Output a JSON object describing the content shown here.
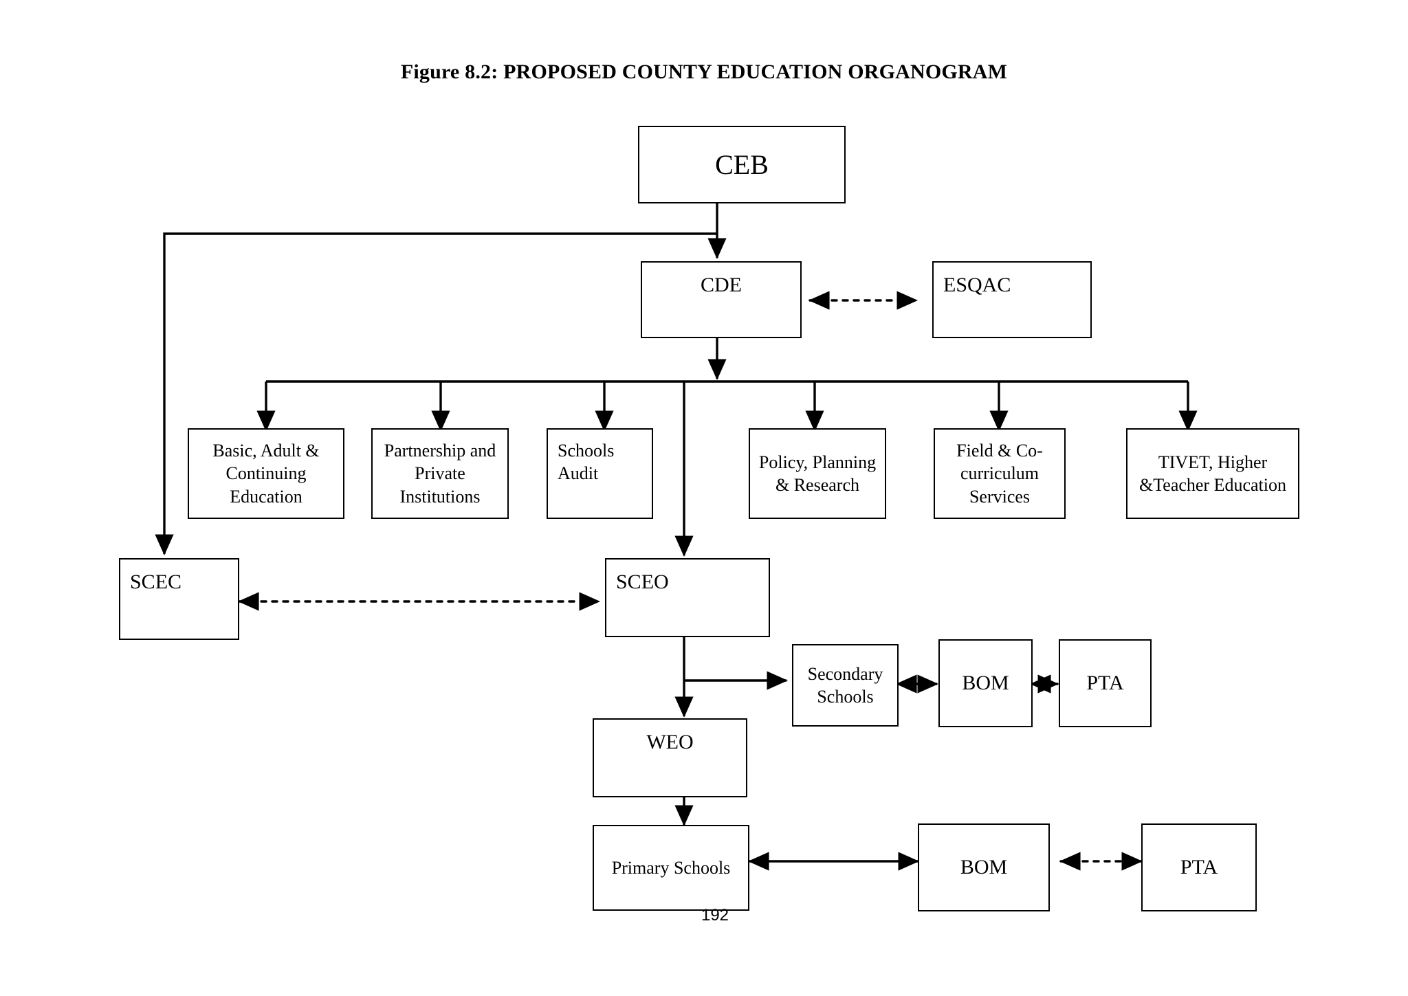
{
  "figure": {
    "title": "Figure 8.2: PROPOSED COUNTY EDUCATION ORGANOGRAM",
    "page_number": "192"
  },
  "chart_data": {
    "type": "diagram",
    "diagram_kind": "organogram",
    "title": "Figure 8.2: PROPOSED COUNTY EDUCATION ORGANOGRAM",
    "nodes": [
      {
        "id": "ceb",
        "label": "CEB",
        "level": 0
      },
      {
        "id": "cde",
        "label": "CDE",
        "level": 1
      },
      {
        "id": "esqac",
        "label": "ESQAC",
        "level": 1
      },
      {
        "id": "basic",
        "label": "Basic, Adult & Continuing Education",
        "level": 2
      },
      {
        "id": "partner",
        "label": "Partnership and Private Institutions",
        "level": 2
      },
      {
        "id": "audit",
        "label": "Schools Audit",
        "level": 2
      },
      {
        "id": "policy",
        "label": "Policy, Planning & Research",
        "level": 2
      },
      {
        "id": "field",
        "label": "Field & Co-curriculum Services",
        "level": 2
      },
      {
        "id": "tivet",
        "label": "TIVET, Higher &Teacher Education",
        "level": 2
      },
      {
        "id": "scec",
        "label": "SCEC",
        "level": 3
      },
      {
        "id": "sceo",
        "label": "SCEO",
        "level": 3
      },
      {
        "id": "secondary",
        "label": "Secondary Schools",
        "level": 4
      },
      {
        "id": "bom_sec",
        "label": "BOM",
        "level": 4
      },
      {
        "id": "pta_sec",
        "label": "PTA",
        "level": 4
      },
      {
        "id": "weo",
        "label": "WEO",
        "level": 4
      },
      {
        "id": "primary",
        "label": "Primary Schools",
        "level": 5
      },
      {
        "id": "bom_pri",
        "label": "BOM",
        "level": 5
      },
      {
        "id": "pta_pri",
        "label": "PTA",
        "level": 5
      }
    ],
    "edges": [
      {
        "from": "ceb",
        "to": "cde",
        "style": "solid",
        "arrow": "single"
      },
      {
        "from": "ceb",
        "to": "scec",
        "style": "solid",
        "arrow": "single"
      },
      {
        "from": "cde",
        "to": "esqac",
        "style": "dotted",
        "arrow": "double"
      },
      {
        "from": "cde",
        "to": "basic",
        "style": "solid",
        "arrow": "single"
      },
      {
        "from": "cde",
        "to": "partner",
        "style": "solid",
        "arrow": "single"
      },
      {
        "from": "cde",
        "to": "audit",
        "style": "solid",
        "arrow": "single"
      },
      {
        "from": "cde",
        "to": "policy",
        "style": "solid",
        "arrow": "single"
      },
      {
        "from": "cde",
        "to": "field",
        "style": "solid",
        "arrow": "single"
      },
      {
        "from": "cde",
        "to": "tivet",
        "style": "solid",
        "arrow": "single"
      },
      {
        "from": "cde",
        "to": "sceo",
        "style": "solid",
        "arrow": "single"
      },
      {
        "from": "sceo",
        "to": "scec",
        "style": "dotted",
        "arrow": "double"
      },
      {
        "from": "sceo",
        "to": "secondary",
        "style": "solid",
        "arrow": "single"
      },
      {
        "from": "sceo",
        "to": "weo",
        "style": "solid",
        "arrow": "single"
      },
      {
        "from": "secondary",
        "to": "bom_sec",
        "style": "solid",
        "arrow": "double"
      },
      {
        "from": "bom_sec",
        "to": "pta_sec",
        "style": "dotted",
        "arrow": "double"
      },
      {
        "from": "weo",
        "to": "primary",
        "style": "solid",
        "arrow": "single"
      },
      {
        "from": "primary",
        "to": "bom_pri",
        "style": "solid",
        "arrow": "double"
      },
      {
        "from": "bom_pri",
        "to": "pta_pri",
        "style": "dotted",
        "arrow": "double"
      }
    ],
    "colors": {
      "stroke": "#000000",
      "fill": "#ffffff",
      "text": "#000000"
    }
  },
  "nodes": {
    "ceb": "CEB",
    "cde": "CDE",
    "esqac": "ESQAC",
    "basic": "Basic, Adult & Continuing Education",
    "partner": "Partnership and Private Institutions",
    "audit": "Schools Audit",
    "policy": "Policy, Planning & Research",
    "field": "Field & Co-curriculum Services",
    "tivet": "TIVET, Higher &Teacher Education",
    "scec": "SCEC",
    "sceo": "SCEO",
    "secondary": "Secondary Schools",
    "bom_sec": "BOM",
    "pta_sec": "PTA",
    "weo": "WEO",
    "primary": "Primary Schools",
    "bom_pri": "BOM",
    "pta_pri": "PTA"
  }
}
